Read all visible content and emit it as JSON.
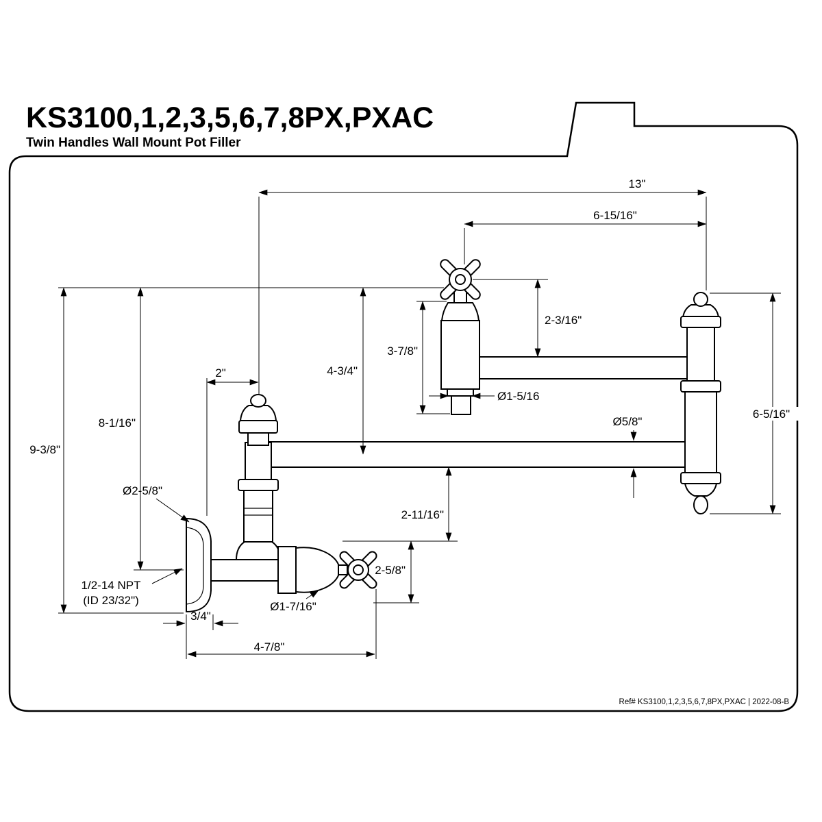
{
  "doc": {
    "title": "KS3100,1,2,3,5,6,7,8PX,PXAC",
    "subtitle": "Twin Handles Wall Mount Pot Filler",
    "footer_ref": "Ref# KS3100,1,2,3,5,6,7,8PX,PXAC | 2022-08-B"
  },
  "drawing": {
    "kind": "technical-dimension-drawing",
    "subject": "Twin handles wall mount pot filler faucet, side elevation with dimension callouts",
    "dims": {
      "d13": "13\"",
      "d6_15_16": "6-15/16\"",
      "d2_3_16": "2-3/16\"",
      "d3_7_8": "3-7/8\"",
      "d4_3_4": "4-3/4\"",
      "dia1_5_16": "Ø1-5/16",
      "dia5_8": "Ø5/8\"",
      "d6_5_16": "6-5/16\"",
      "d2": "2\"",
      "d8_1_16": "8-1/16\"",
      "d9_3_8": "9-3/8\"",
      "dia2_5_8": "Ø2-5/8\"",
      "d2_11_16": "2-11/16\"",
      "d2_5_8": "2-5/8\"",
      "npt1": "1/2-14 NPT",
      "npt2": "(ID 23/32\")",
      "dia1_7_16": "Ø1-7/16\"",
      "d3_4": "3/4\"",
      "d4_7_8": "4-7/8\""
    }
  }
}
